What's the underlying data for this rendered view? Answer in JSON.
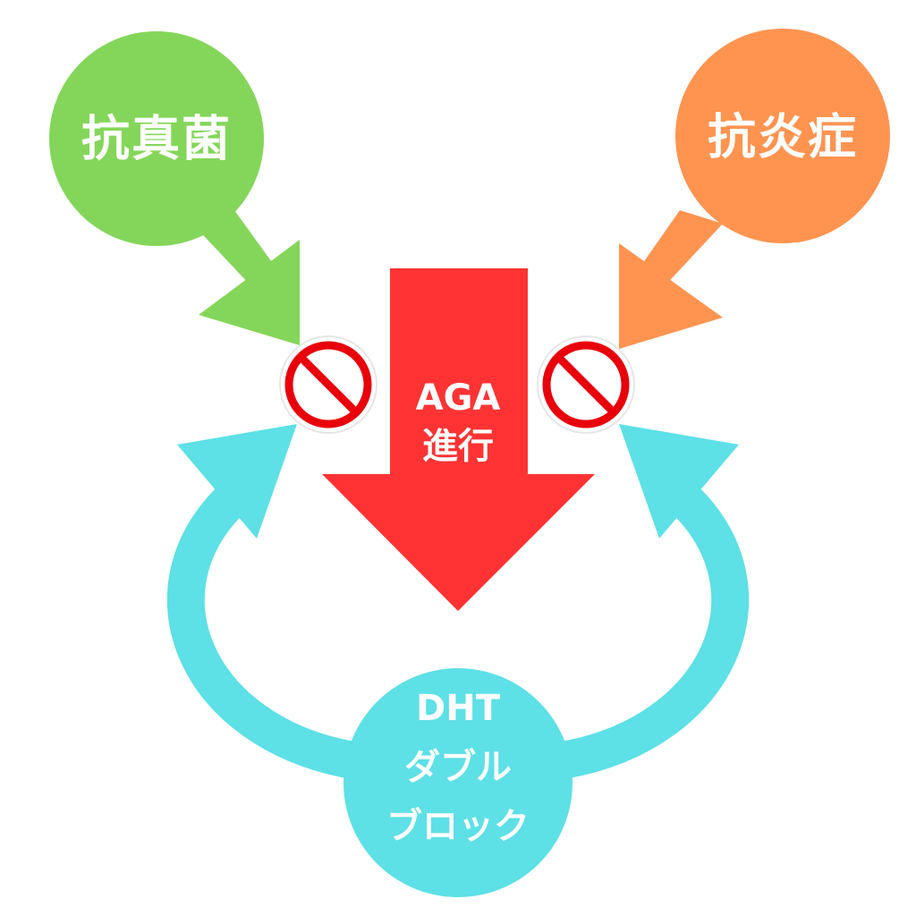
{
  "colors": {
    "antifungal": "#84d65a",
    "antiinflammatory": "#ff9450",
    "progress": "#ff3333",
    "dht": "#5de0e6",
    "prohibit": "#e8000b"
  },
  "antifungal": {
    "label": "抗真菌"
  },
  "antiinflammatory": {
    "label": "抗炎症"
  },
  "progress": {
    "line1": "AGA",
    "line2": "進行"
  },
  "dht": {
    "line1": "DHT",
    "line2": "ダブル",
    "line3": "ブロック"
  },
  "icons": [
    "prohibition-icon",
    "prohibition-icon"
  ]
}
